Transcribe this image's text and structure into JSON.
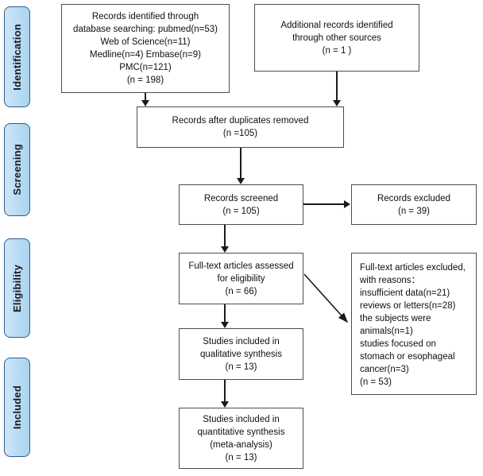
{
  "diagram": {
    "title": "PRISMA flow diagram",
    "type": "prisma-flow-diagram"
  },
  "stages": [
    {
      "label": "Identification"
    },
    {
      "label": "Screening"
    },
    {
      "label": "Eligibility"
    },
    {
      "label": "Included"
    }
  ],
  "boxes": {
    "identified": {
      "text": "Records identified through\ndatabase searching: pubmed(n=53)\nWeb of Science(n=11)\nMedline(n=4) Embase(n=9)\nPMC(n=121)\n(n = 198)"
    },
    "additional": {
      "text": "Additional records identified\nthrough other sources\n(n = 1 )"
    },
    "duplicates_removed": {
      "text": "Records after duplicates removed\n(n =105)"
    },
    "screened": {
      "text": "Records screened\n(n = 105)"
    },
    "excluded": {
      "text": "Records excluded\n(n = 39)"
    },
    "fulltext_assessed": {
      "text": "Full-text articles assessed\nfor eligibility\n(n = 66)"
    },
    "fulltext_excluded": {
      "text": "Full-text articles excluded,\nwith reasons：\ninsufficient data(n=21)\nreviews or letters(n=28)\nthe subjects were\nanimals(n=1)\nstudies focused on\nstomach or esophageal\ncancer(n=3)\n          (n = 53)"
    },
    "qualitative": {
      "text": "Studies included in\nqualitative synthesis\n(n = 13)"
    },
    "quantitative": {
      "text": "Studies included in\nquantitative synthesis\n(meta-analysis)\n(n = 13)"
    }
  },
  "counts": {
    "pubmed": 53,
    "web_of_science": 11,
    "medline": 4,
    "embase": 9,
    "pmc": 121,
    "identified_total": 198,
    "additional_sources": 1,
    "after_duplicates": 105,
    "screened": 105,
    "excluded": 39,
    "fulltext_assessed": 66,
    "fulltext_excluded_total": 53,
    "reason_insufficient_data": 21,
    "reason_reviews_or_letters": 28,
    "reason_animals": 1,
    "reason_stomach_or_esophageal": 3,
    "qualitative_synthesis": 13,
    "quantitative_synthesis": 13
  },
  "colors": {
    "stage_fill": "#bcdef5",
    "stage_border": "#2e5c8a",
    "box_border": "#4d4d4d",
    "connector": "#1a1a1a",
    "background": "#ffffff",
    "text": "#0f0f0f"
  }
}
